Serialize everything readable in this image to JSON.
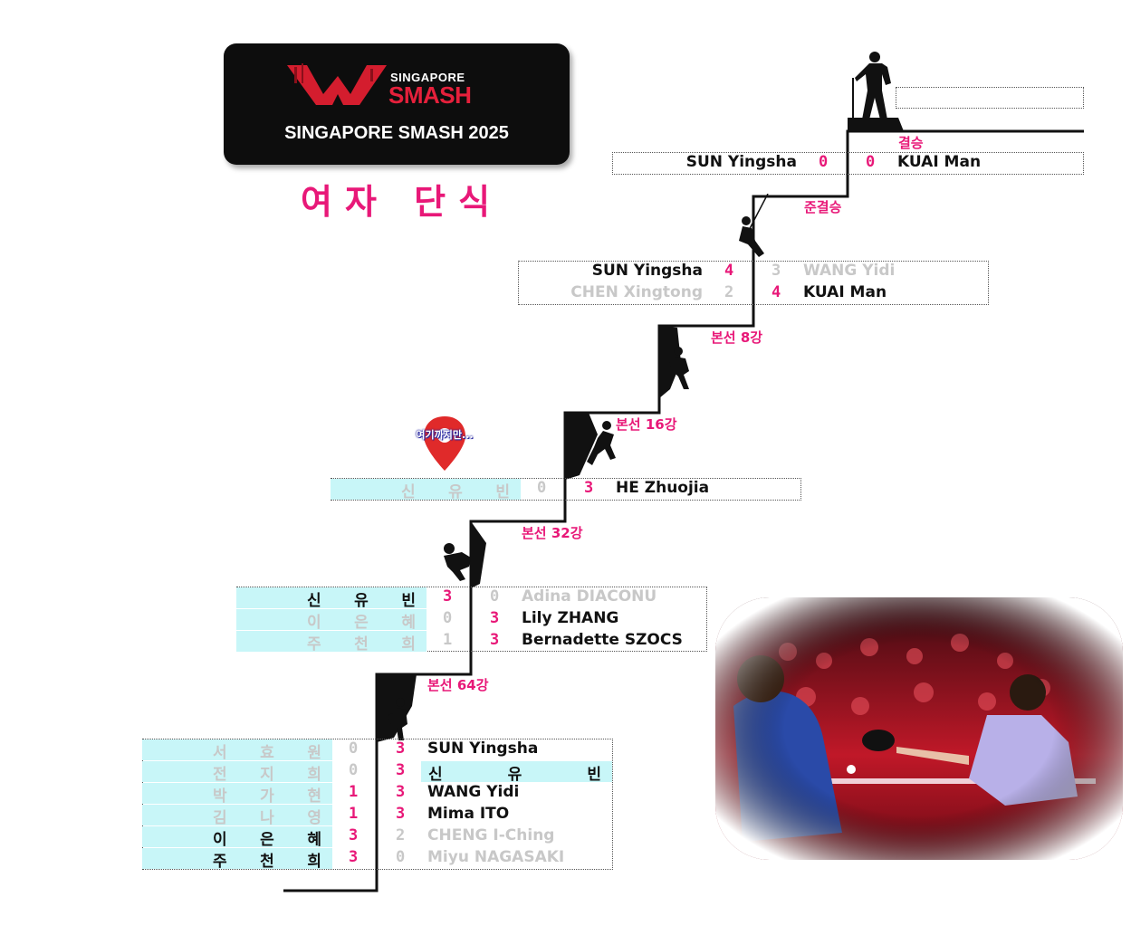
{
  "logo": {
    "brand_small": "SINGAPORE",
    "brand_big": "SMASH",
    "event": "SINGAPORE SMASH 2025"
  },
  "title": "여자 단식",
  "pin_label": "여기까지만...",
  "colors": {
    "accent": "#e81878",
    "korean_highlight": "#c8f6f8",
    "loser_gray": "#c8c8c8"
  },
  "rounds": {
    "r64": "본선 64강",
    "r32": "본선 32강",
    "r16": "본선 16강",
    "qf": "본선 8강",
    "sf": "준결승",
    "final": "결승"
  },
  "r64": [
    {
      "left_name": "서 효 원",
      "left_score": "0",
      "right_score": "3",
      "right_name": "SUN Yingsha"
    },
    {
      "left_name": "전 지 희",
      "left_score": "0",
      "right_score": "3",
      "right_name": "신 유 빈"
    },
    {
      "left_name": "박 가 현",
      "left_score": "1",
      "right_score": "3",
      "right_name": "WANG Yidi"
    },
    {
      "left_name": "김 나 영",
      "left_score": "1",
      "right_score": "3",
      "right_name": "Mima ITO"
    },
    {
      "left_name": "이 은 혜",
      "left_score": "3",
      "right_score": "2",
      "right_name": "CHENG I-Ching"
    },
    {
      "left_name": "주 천 희",
      "left_score": "3",
      "right_score": "0",
      "right_name": "Miyu NAGASAKI"
    }
  ],
  "r32": [
    {
      "left_name": "신 유 빈",
      "left_score": "3",
      "right_score": "0",
      "right_name": "Adina DIACONU"
    },
    {
      "left_name": "이 은 혜",
      "left_score": "0",
      "right_score": "3",
      "right_name": "Lily ZHANG"
    },
    {
      "left_name": "주 천 희",
      "left_score": "1",
      "right_score": "3",
      "right_name": "Bernadette SZOCS"
    }
  ],
  "r16": [
    {
      "left_name": "신 유 빈",
      "left_score": "0",
      "right_score": "3",
      "right_name": "HE Zhuojia"
    }
  ],
  "qf": [
    {
      "left_name": "SUN Yingsha",
      "left_score": "4",
      "right_score": "3",
      "right_name": "WANG Yidi"
    },
    {
      "left_name": "CHEN Xingtong",
      "left_score": "2",
      "right_score": "4",
      "right_name": "KUAI Man"
    }
  ],
  "sf": [
    {
      "left_name": "SUN Yingsha",
      "left_score": "0",
      "right_score": "0",
      "right_name": "KUAI Man"
    }
  ],
  "champion": ""
}
